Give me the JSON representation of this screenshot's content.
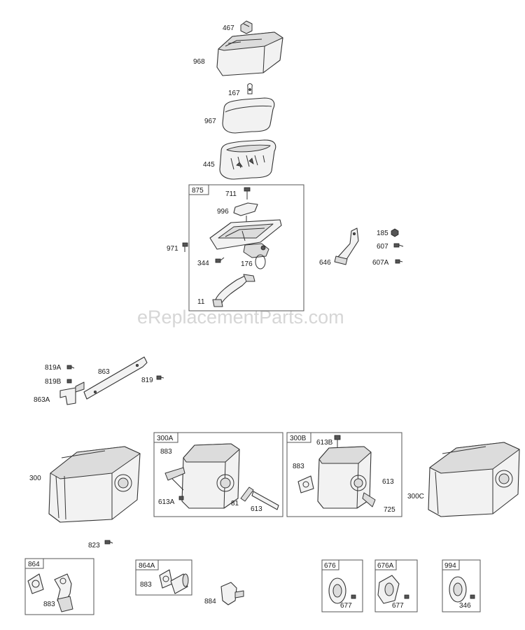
{
  "watermark": "eReplacementParts.com",
  "groups": {
    "g875": "875",
    "g300A": "300A",
    "g300B": "300B",
    "g864": "864",
    "g864A": "864A",
    "g676": "676",
    "g676A": "676A",
    "g994": "994"
  },
  "labels": {
    "p467": "467",
    "p968": "968",
    "p167": "167",
    "p967": "967",
    "p445": "445",
    "p711": "711",
    "p996": "996",
    "p971": "971",
    "p344": "344",
    "p176": "176",
    "p11": "11",
    "p185": "185",
    "p607": "607",
    "p646": "646",
    "p607A": "607A",
    "p819A": "819A",
    "p863": "863",
    "p819B": "819B",
    "p863A": "863A",
    "p819": "819",
    "p300": "300",
    "p883a": "883",
    "p613A": "613A",
    "p81": "81",
    "p613a": "613",
    "p613B": "613B",
    "p883b": "883",
    "p613b": "613",
    "p725": "725",
    "p300C": "300C",
    "p823": "823",
    "p883c": "883",
    "p883d": "883",
    "p884": "884",
    "p677a": "677",
    "p677b": "677",
    "p346": "346"
  },
  "icons": [
    "air-cleaner-cover",
    "air-filter",
    "pre-cleaner",
    "air-cleaner-base",
    "muffler",
    "muffler-guard",
    "gasket",
    "exhaust-elbow",
    "clamp",
    "bolt"
  ]
}
